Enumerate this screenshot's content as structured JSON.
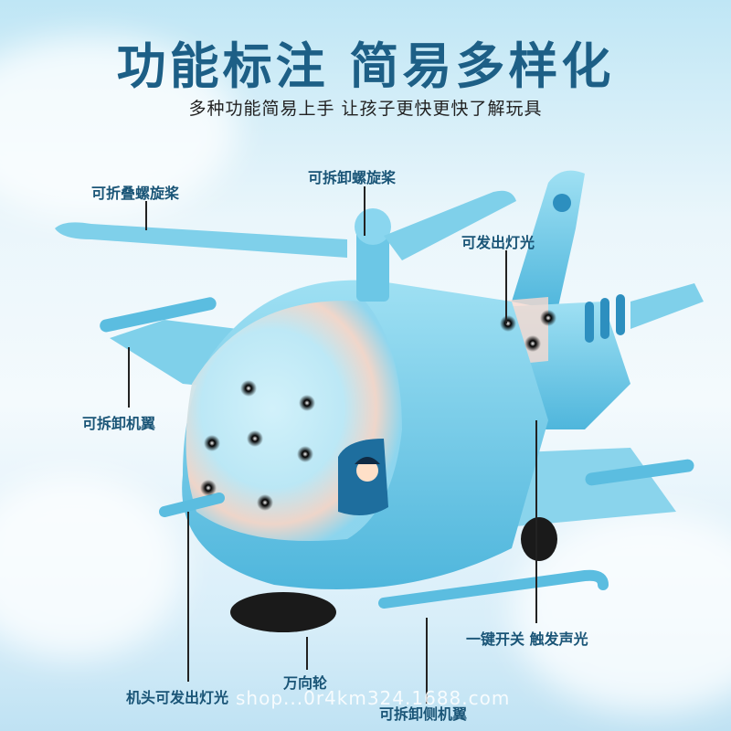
{
  "header": {
    "title": "功能标注 简易多样化",
    "subtitle": "多种功能简易上手 让孩子更快更快了解玩具"
  },
  "annotations": [
    {
      "id": "foldable-propeller",
      "text": "可折叠螺旋桨"
    },
    {
      "id": "detachable-propeller",
      "text": "可拆卸螺旋桨"
    },
    {
      "id": "tail-lights",
      "text": "可发出灯光"
    },
    {
      "id": "detachable-wing",
      "text": "可拆卸机翼"
    },
    {
      "id": "one-key-switch",
      "text": "一键开关 触发声光"
    },
    {
      "id": "universal-wheel",
      "text": "万向轮"
    },
    {
      "id": "nose-lights",
      "text": "机头可发出灯光"
    },
    {
      "id": "detachable-side-wing",
      "text": "可拆卸侧机翼"
    }
  ],
  "watermark": "shop...0r4km324.1688.com",
  "colors": {
    "title": "#1d5f86",
    "body_blue": "#7fd0ea",
    "body_dark": "#3aa7d0",
    "wheel": "#1a1a1a",
    "lights": [
      "#ff4d4d",
      "#2f8bff",
      "#ff8a3d",
      "#18d4e0",
      "#ffcc22",
      "#ff33cc",
      "#22dd44"
    ]
  }
}
